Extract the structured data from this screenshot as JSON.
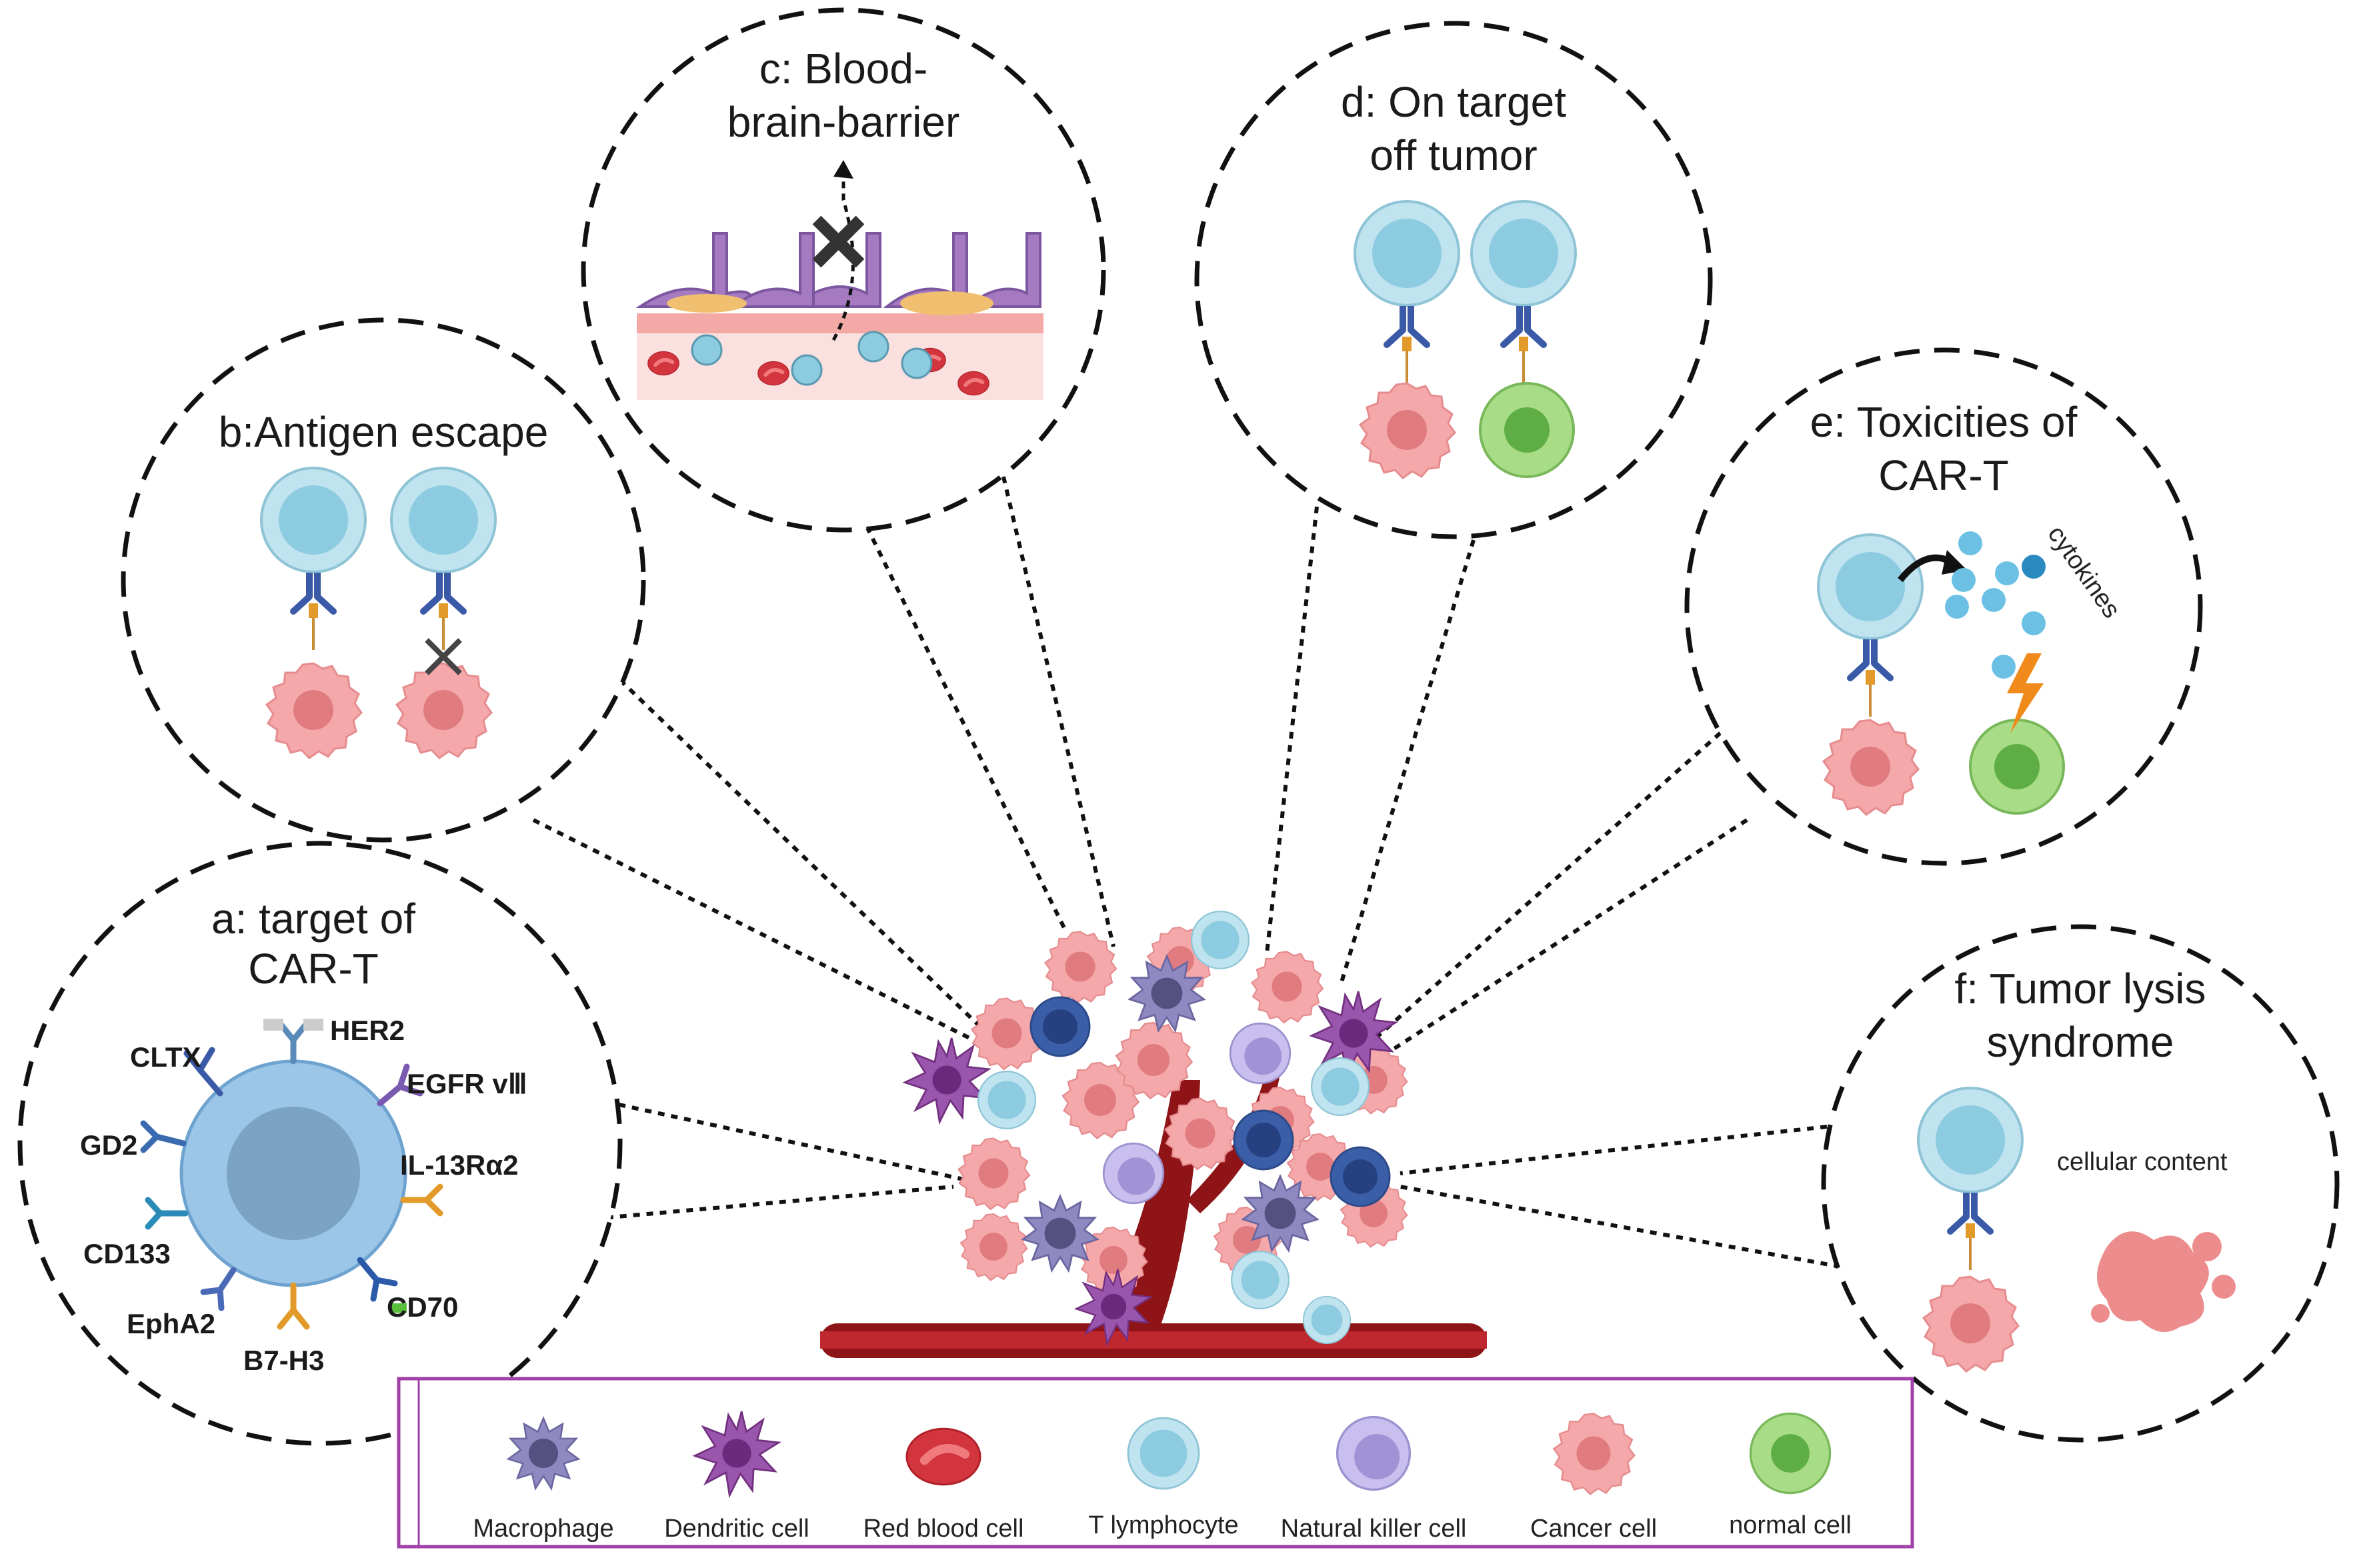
{
  "panels": {
    "a": {
      "title_line1": "a: target of",
      "title_line2": "CAR-T"
    },
    "b": {
      "title": "b:Antigen escape"
    },
    "c": {
      "title_line1": "c: Blood-",
      "title_line2": "brain-barrier"
    },
    "d": {
      "title_line1": "d: On target",
      "title_line2": "off tumor"
    },
    "e": {
      "title_line1": "e: Toxicities of",
      "title_line2": "CAR-T",
      "cytokines_label": "cytokines"
    },
    "f": {
      "title_line1": "f: Tumor lysis",
      "title_line2": "syndrome",
      "content_label": "cellular content"
    }
  },
  "markers": {
    "cltx": "CLTX",
    "her2": "HER2",
    "egfr": "EGFR vⅢ",
    "gd2": "GD2",
    "il13": "IL-13Rα2",
    "cd133": "CD133",
    "cd70": "CD70",
    "epha2": "EphA2",
    "b7h3": "B7-H3"
  },
  "legend": {
    "items": [
      {
        "label": "Macrophage",
        "icon": "macrophage-icon"
      },
      {
        "label": "Dendritic cell",
        "icon": "dendritic-cell-icon"
      },
      {
        "label": "Red blood cell",
        "icon": "red-blood-cell-icon"
      },
      {
        "label": "T lymphocyte",
        "icon": "t-lymphocyte-icon"
      },
      {
        "label": "Natural killer cell",
        "icon": "nk-cell-icon"
      },
      {
        "label": "Cancer cell",
        "icon": "cancer-cell-icon"
      },
      {
        "label": "normal cell",
        "icon": "normal-cell-icon"
      }
    ]
  },
  "colors": {
    "t_cell": "#a9d8e6",
    "cancer_cell": "#f19ea0",
    "normal_cell": "#8fcf6a",
    "macrophage": "#7d78b0",
    "dendritic": "#8e4aa0",
    "nk_cell": "#b9aee0",
    "red_blood_cell": "#c81e2a",
    "legend_border": "#a040a8",
    "car_blue": "#3a5aa8",
    "car_orange": "#e29b2a"
  }
}
